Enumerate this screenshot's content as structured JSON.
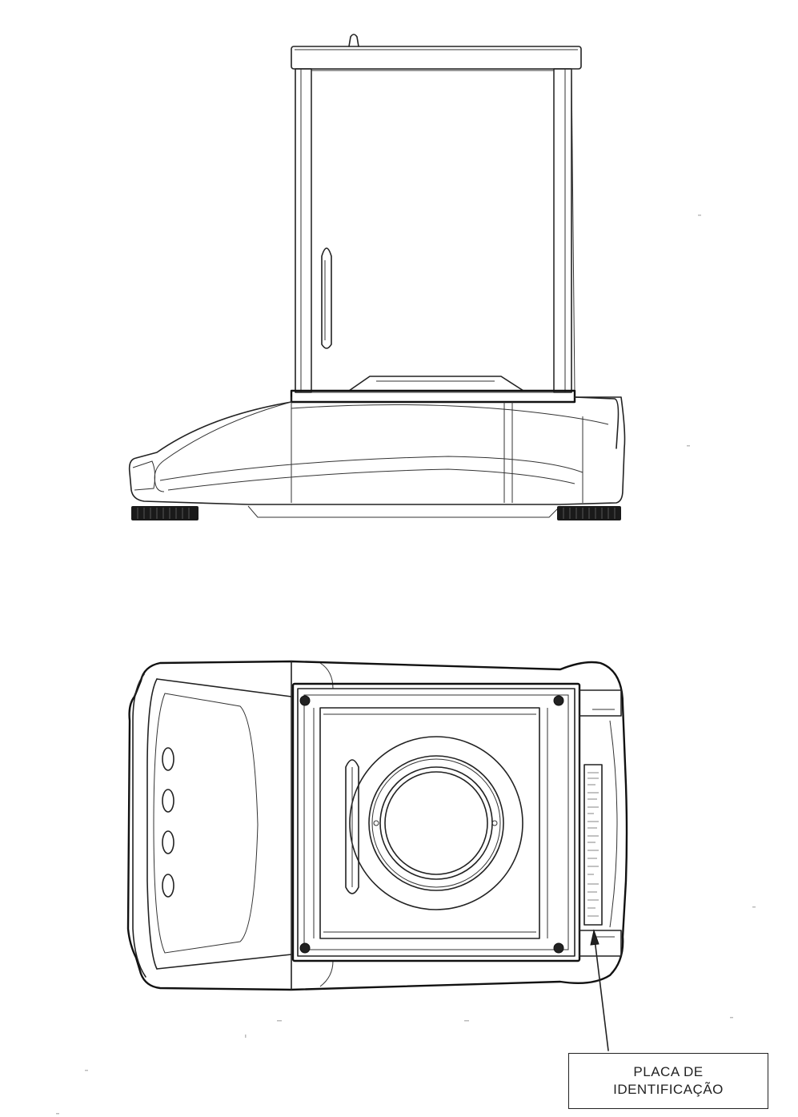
{
  "callout": {
    "label": "PLACA DE\nIDENTIFICAÇÃO"
  },
  "icons": {
    "front_view": "balance-front-view-drawing",
    "top_view": "balance-top-view-drawing"
  },
  "colors": {
    "line": "#222222",
    "background": "#ffffff"
  }
}
